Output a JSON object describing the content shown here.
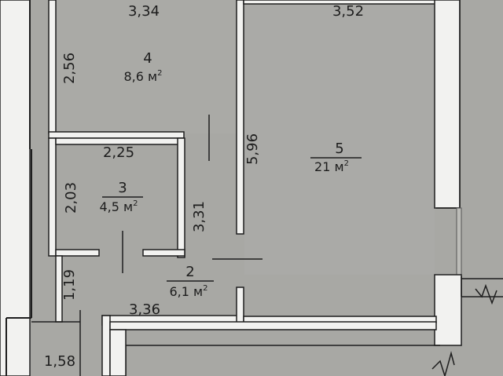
{
  "rooms": [
    {
      "number": "4",
      "area": "8,6 м",
      "unit_power": "2"
    },
    {
      "number": "3",
      "area": "4,5 м",
      "unit_power": "2"
    },
    {
      "number": "5",
      "area": "21 м",
      "unit_power": "2"
    },
    {
      "number": "2",
      "area": "6,1 м",
      "unit_power": "2"
    }
  ],
  "dimensions": {
    "room4_width": "3,34",
    "room4_height": "2,56",
    "room5_width": "3,52",
    "room5_height": "5,96",
    "room3_width": "2,25",
    "room3_height": "2,03",
    "room2_height": "3,31",
    "corridor_height": "1,19",
    "corridor_bottom_width": "3,36",
    "bottom_left_width": "1,58"
  }
}
